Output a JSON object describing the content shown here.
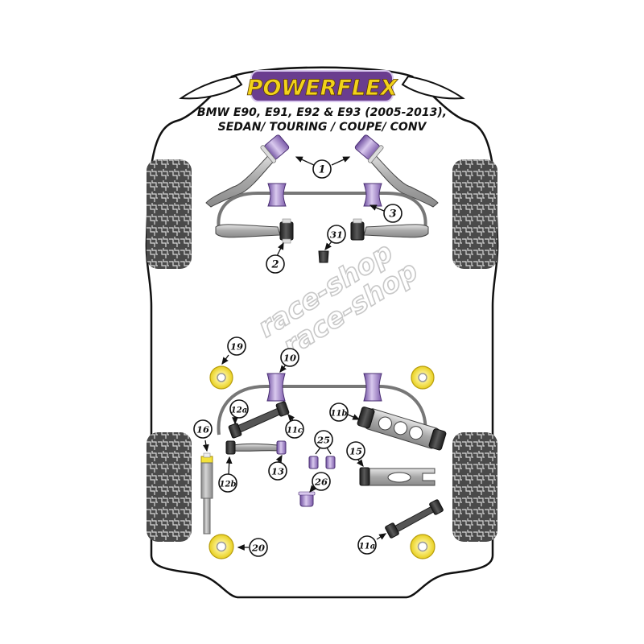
{
  "diagram": {
    "brand": "POWERFLEX",
    "title_line1": "BMW E90, E91, E92 & E93 (2005-2013),",
    "title_line2": "SEDAN/ TOURING / COUPE/ CONV",
    "watermark": "race-shop",
    "colors": {
      "brand_purple": "#6a3d8f",
      "brand_yellow": "#f2d21b",
      "bush_purple": "#a58bc7",
      "bush_black": "#2b2b2b",
      "bush_yellow": "#f3e23a",
      "tyre": "#4a4a4a",
      "arm_grey": "#b9b9b9"
    },
    "callouts": [
      {
        "id": "1",
        "label": "1"
      },
      {
        "id": "2",
        "label": "2"
      },
      {
        "id": "3",
        "label": "3"
      },
      {
        "id": "31",
        "label": "31"
      },
      {
        "id": "19",
        "label": "19"
      },
      {
        "id": "10",
        "label": "10"
      },
      {
        "id": "12a",
        "label": "12a"
      },
      {
        "id": "11c",
        "label": "11c"
      },
      {
        "id": "11b",
        "label": "11b"
      },
      {
        "id": "16",
        "label": "16"
      },
      {
        "id": "12b",
        "label": "12b"
      },
      {
        "id": "13",
        "label": "13"
      },
      {
        "id": "25",
        "label": "25"
      },
      {
        "id": "15",
        "label": "15"
      },
      {
        "id": "26",
        "label": "26"
      },
      {
        "id": "20",
        "label": "20"
      },
      {
        "id": "11a",
        "label": "11a"
      }
    ]
  }
}
